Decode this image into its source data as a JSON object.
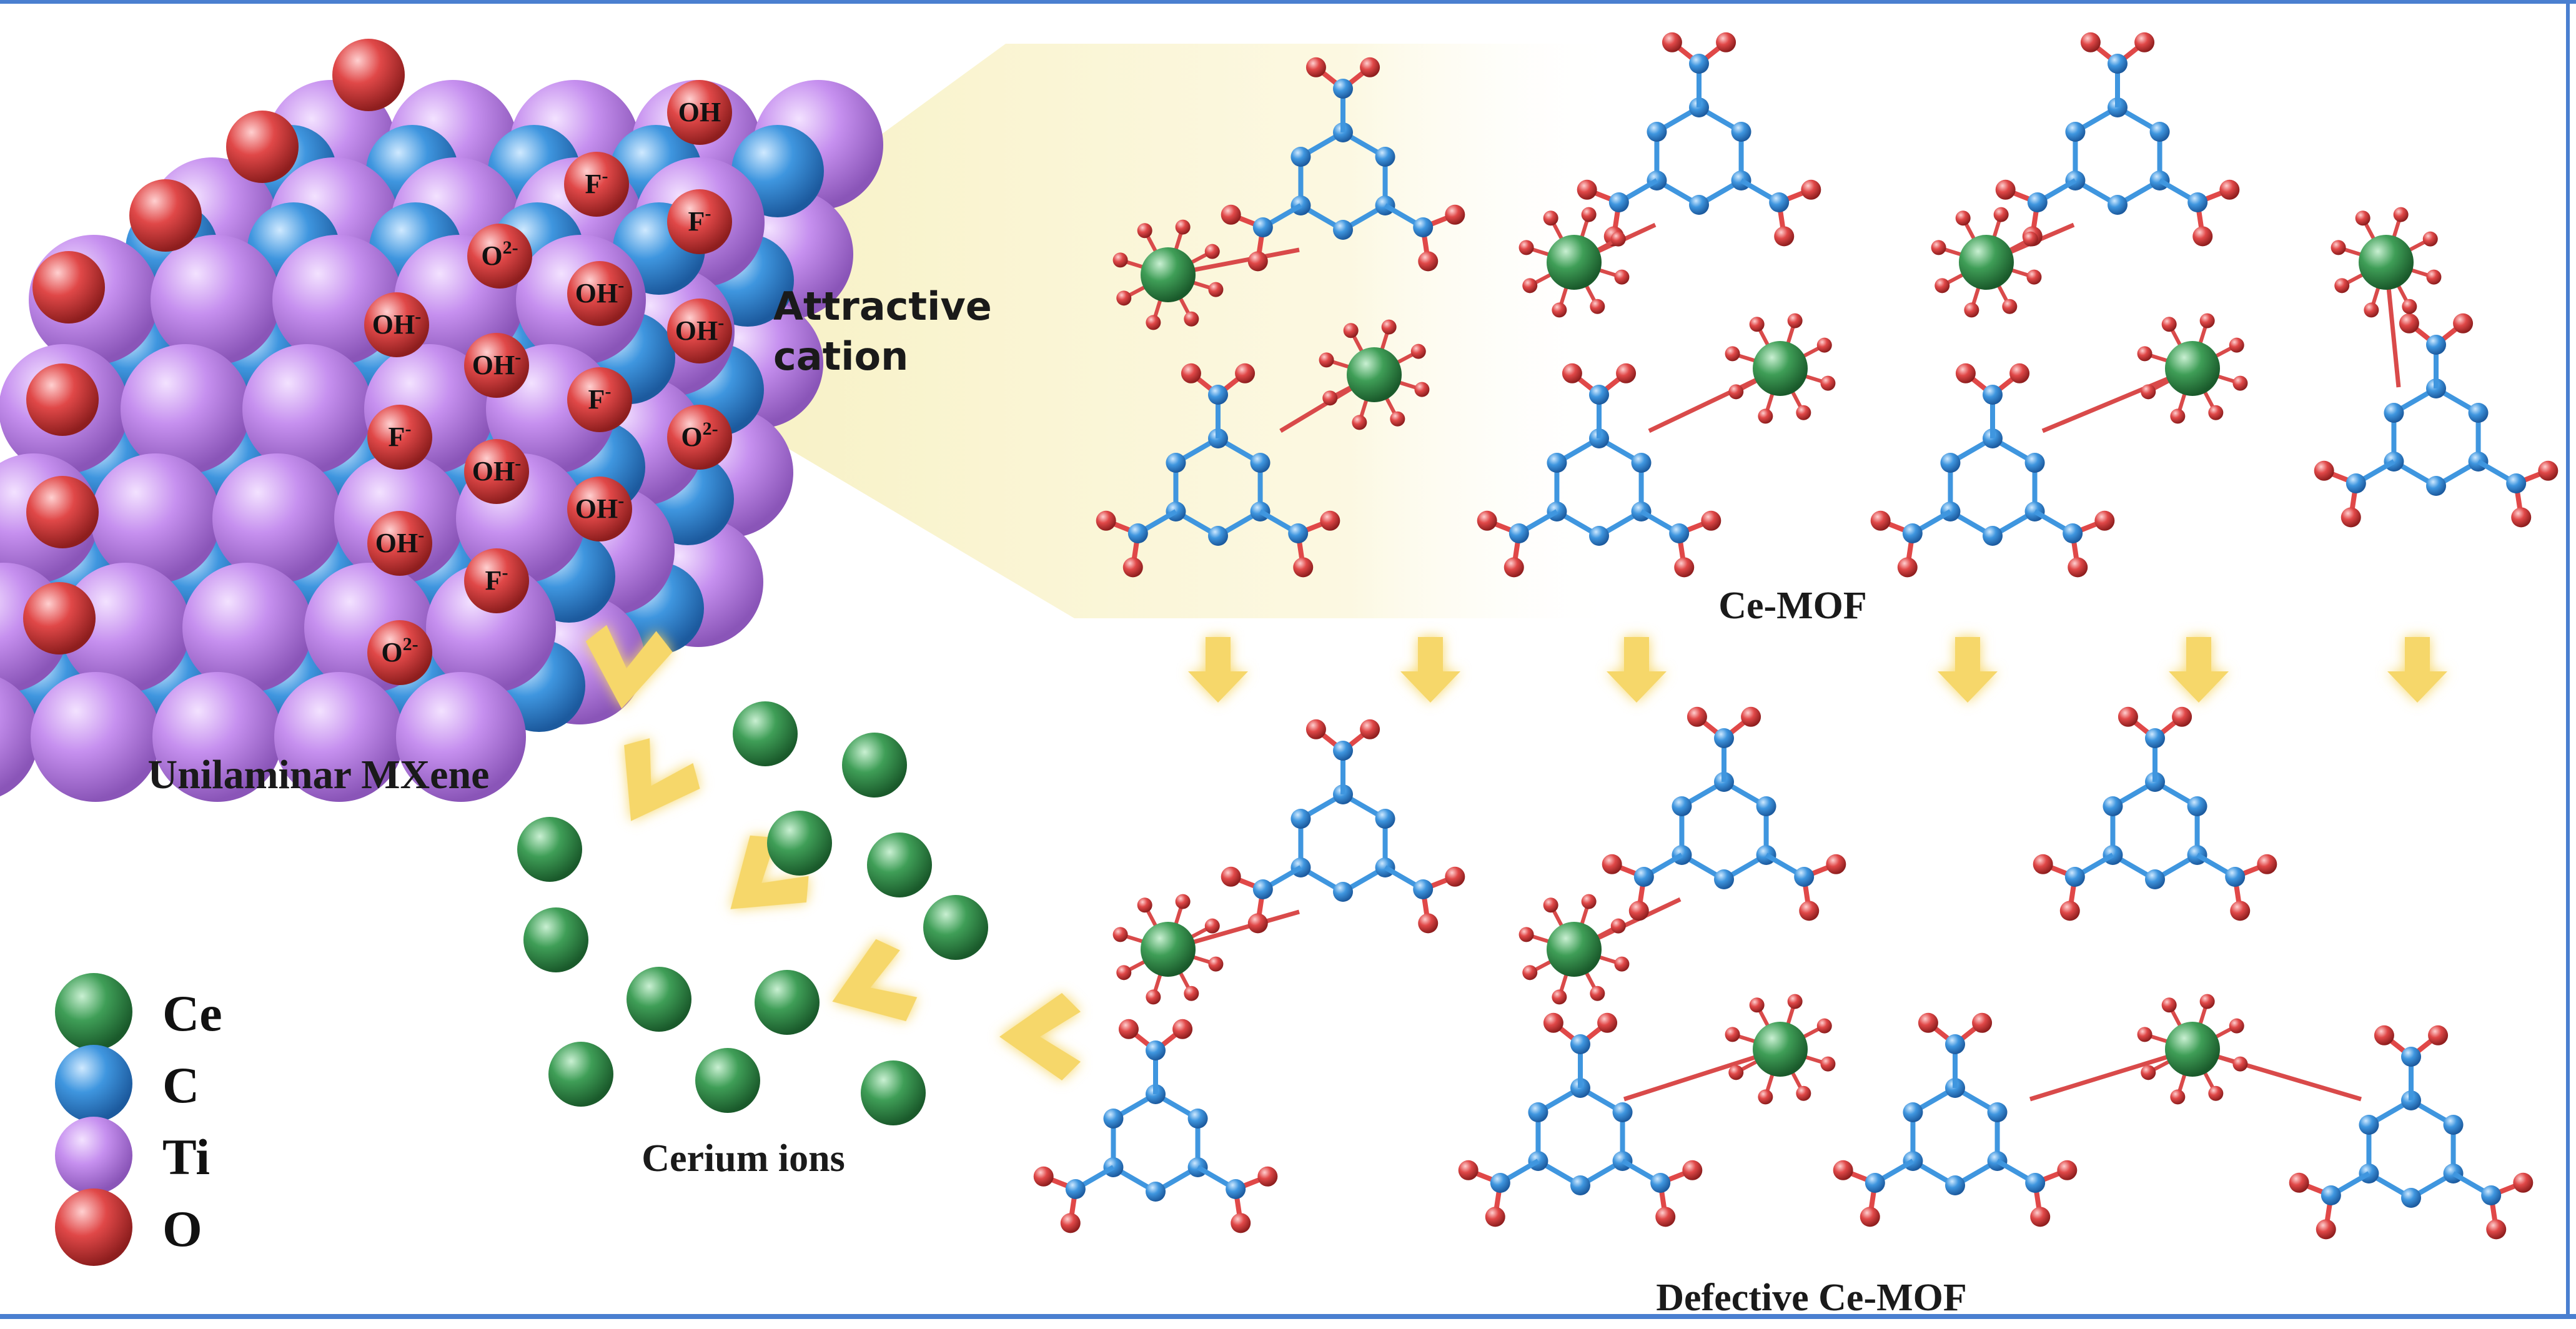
{
  "labels": {
    "mxene": "Unilaminar MXene",
    "attractive_line1": "Attractive",
    "attractive_line2": "cation",
    "ce_mof": "Ce-MOF",
    "defective_mof": "Defective Ce-MOF",
    "cerium_ions": "Cerium ions"
  },
  "legend": [
    {
      "symbol": "Ce",
      "color": "#3f9e57"
    },
    {
      "symbol": "C",
      "color": "#3f96df"
    },
    {
      "symbol": "Ti",
      "color": "#c690ef"
    },
    {
      "symbol": "O",
      "color": "#e04848"
    }
  ],
  "surface_groups": [
    {
      "base": "OH",
      "sup": ""
    },
    {
      "base": "F",
      "sup": "-"
    },
    {
      "base": "F",
      "sup": "-"
    },
    {
      "base": "O",
      "sup": "2-"
    },
    {
      "base": "OH",
      "sup": "-"
    },
    {
      "base": "OH",
      "sup": "-"
    },
    {
      "base": "OH",
      "sup": "-"
    },
    {
      "base": "OH",
      "sup": "-"
    },
    {
      "base": "F",
      "sup": "-"
    },
    {
      "base": "F",
      "sup": "-"
    },
    {
      "base": "O",
      "sup": "2-"
    },
    {
      "base": "OH",
      "sup": "-"
    },
    {
      "base": "OH",
      "sup": "-"
    },
    {
      "base": "OH",
      "sup": "-"
    },
    {
      "base": "F",
      "sup": "-"
    },
    {
      "base": "O",
      "sup": "2-"
    }
  ],
  "colors": {
    "ce": "#3f9e57",
    "c": "#3f96df",
    "ti": "#c690ef",
    "o": "#e04848",
    "arrow": "#f6d76a",
    "border": "#4a7fd0"
  }
}
